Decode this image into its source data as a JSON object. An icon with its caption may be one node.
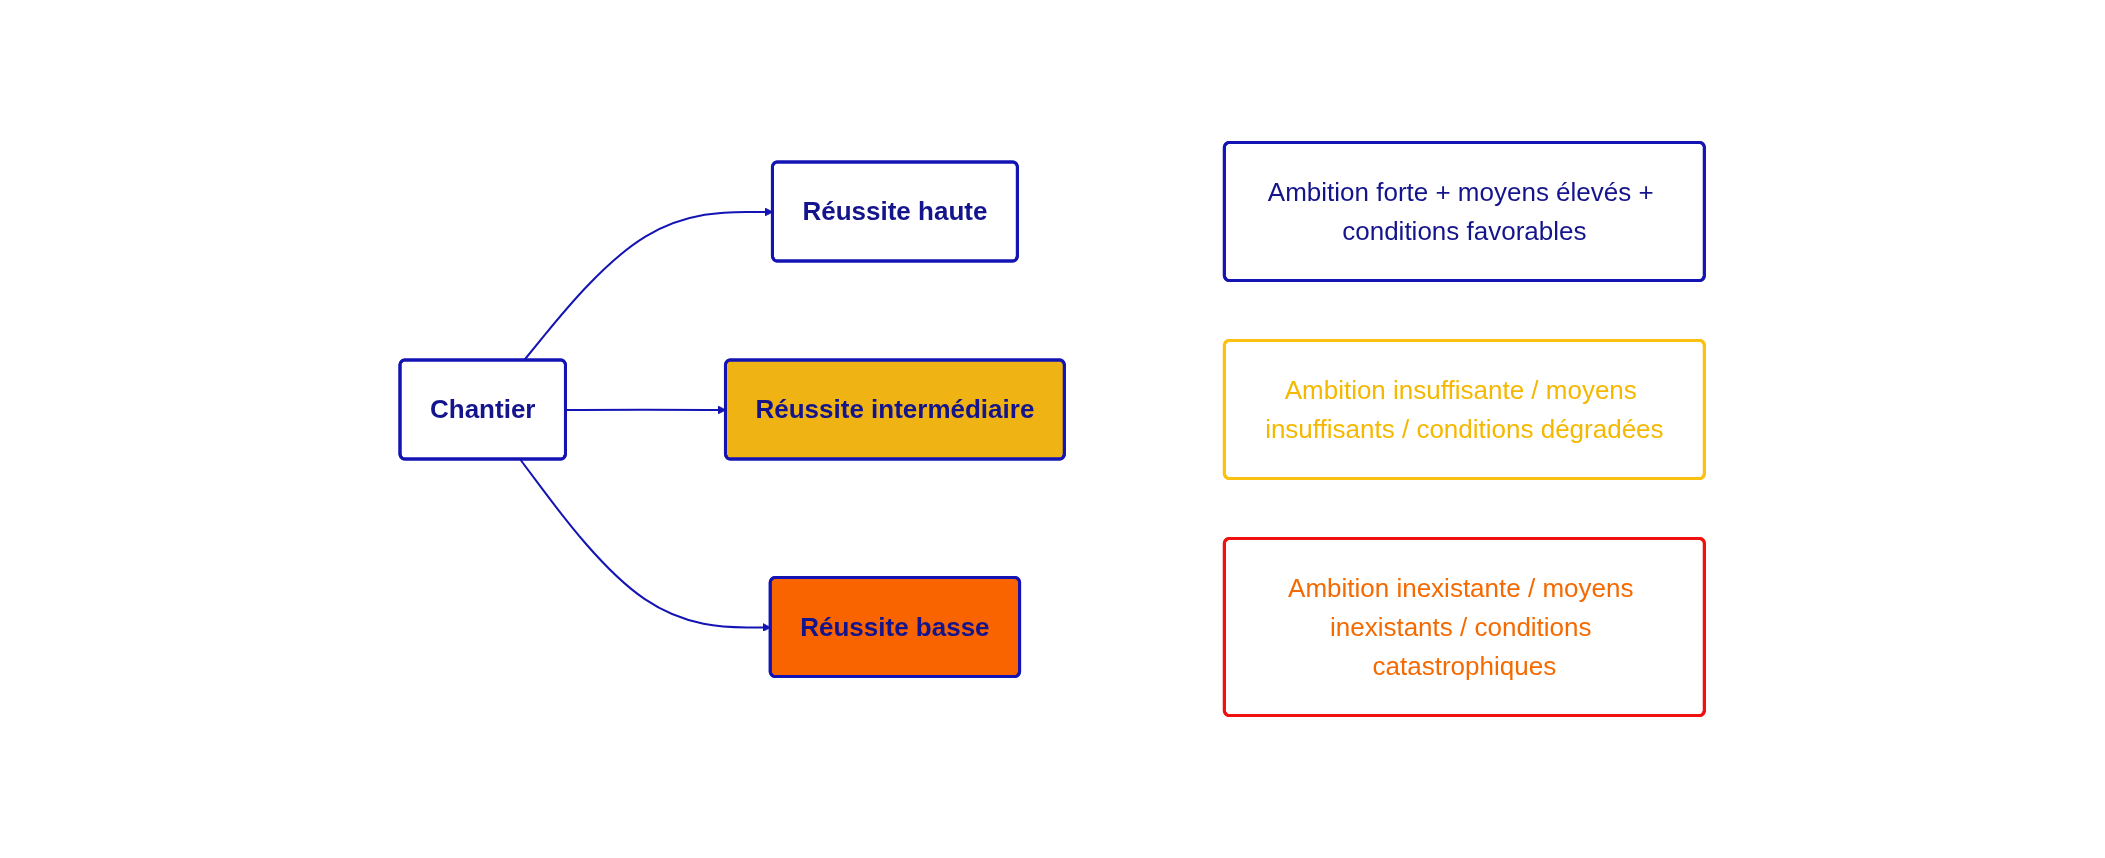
{
  "diagram": {
    "nodes": [
      {
        "text": [
          "Chantier"
        ]
      },
      {
        "text": [
          "Réussite haute"
        ]
      },
      {
        "text": [
          "Réussite intermédiaire"
        ]
      },
      {
        "text": [
          "Réussite basse"
        ]
      },
      {
        "text": [
          "Ambition forte + moyens élevés + conditions favorables"
        ]
      },
      {
        "text": [
          "Ambition insuffisante / moyens insuffisants / conditions dégradées"
        ]
      },
      {
        "text": [
          "Ambition inexistante / moyens inexistants / conditions catastrophiques"
        ]
      }
    ],
    "edges": [
      {
        "from": 0,
        "to": 1,
        "arrow": "to"
      },
      {
        "from": 0,
        "to": 2,
        "arrow": "to"
      },
      {
        "from": 0,
        "to": 3,
        "arrow": "to"
      }
    ]
  }
}
